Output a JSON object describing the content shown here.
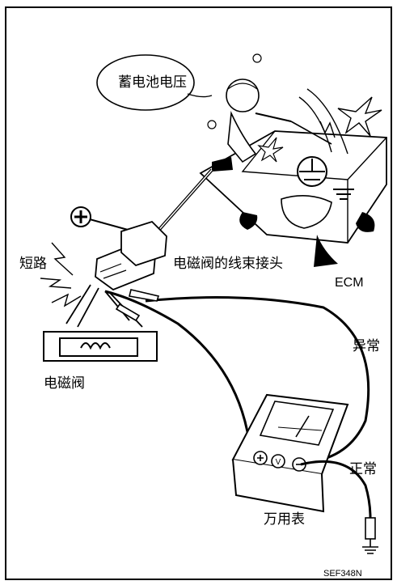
{
  "labels": {
    "battery_voltage": "蓄电池电压",
    "short_circuit": "短路",
    "solenoid_connector": "电磁阀的线束接头",
    "ecm": "ECM",
    "abnormal": "异常",
    "solenoid": "电磁阀",
    "normal": "正常",
    "multimeter": "万用表",
    "figure_code": "SEF348N"
  },
  "symbols": {
    "plus_terminal": "+",
    "minus_terminal": "−",
    "voltage_mode": "V"
  },
  "icons": [
    "speech-bubble",
    "cartoon-man-icon",
    "ecm-box-icon",
    "connector-icon",
    "solenoid-icon",
    "multimeter-icon",
    "spark-icon",
    "ground-icon",
    "star-icon"
  ]
}
